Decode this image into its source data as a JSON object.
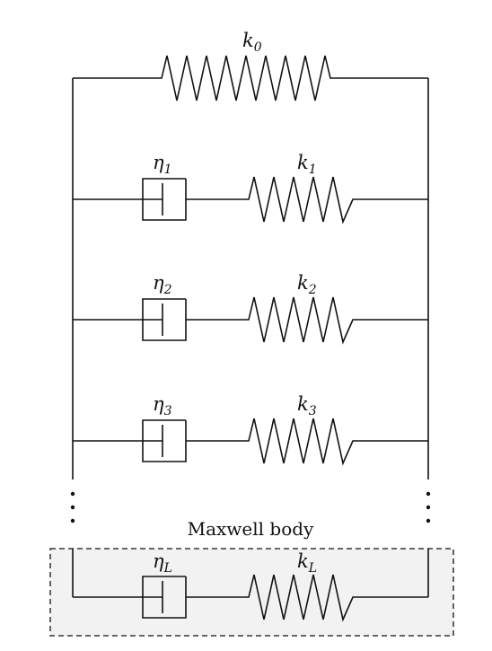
{
  "spring_top": {
    "symbol": "k",
    "subscript": "0"
  },
  "branches": [
    {
      "eta_symbol": "η",
      "eta_sub": "1",
      "k_symbol": "k",
      "k_sub": "1"
    },
    {
      "eta_symbol": "η",
      "eta_sub": "2",
      "k_symbol": "k",
      "k_sub": "2"
    },
    {
      "eta_symbol": "η",
      "eta_sub": "3",
      "k_symbol": "k",
      "k_sub": "3"
    }
  ],
  "maxwell_body": {
    "label": "Maxwell body",
    "eta_symbol": "η",
    "eta_sub": "L",
    "k_symbol": "k",
    "k_sub": "L",
    "box_fill": "#f2f2f2"
  }
}
